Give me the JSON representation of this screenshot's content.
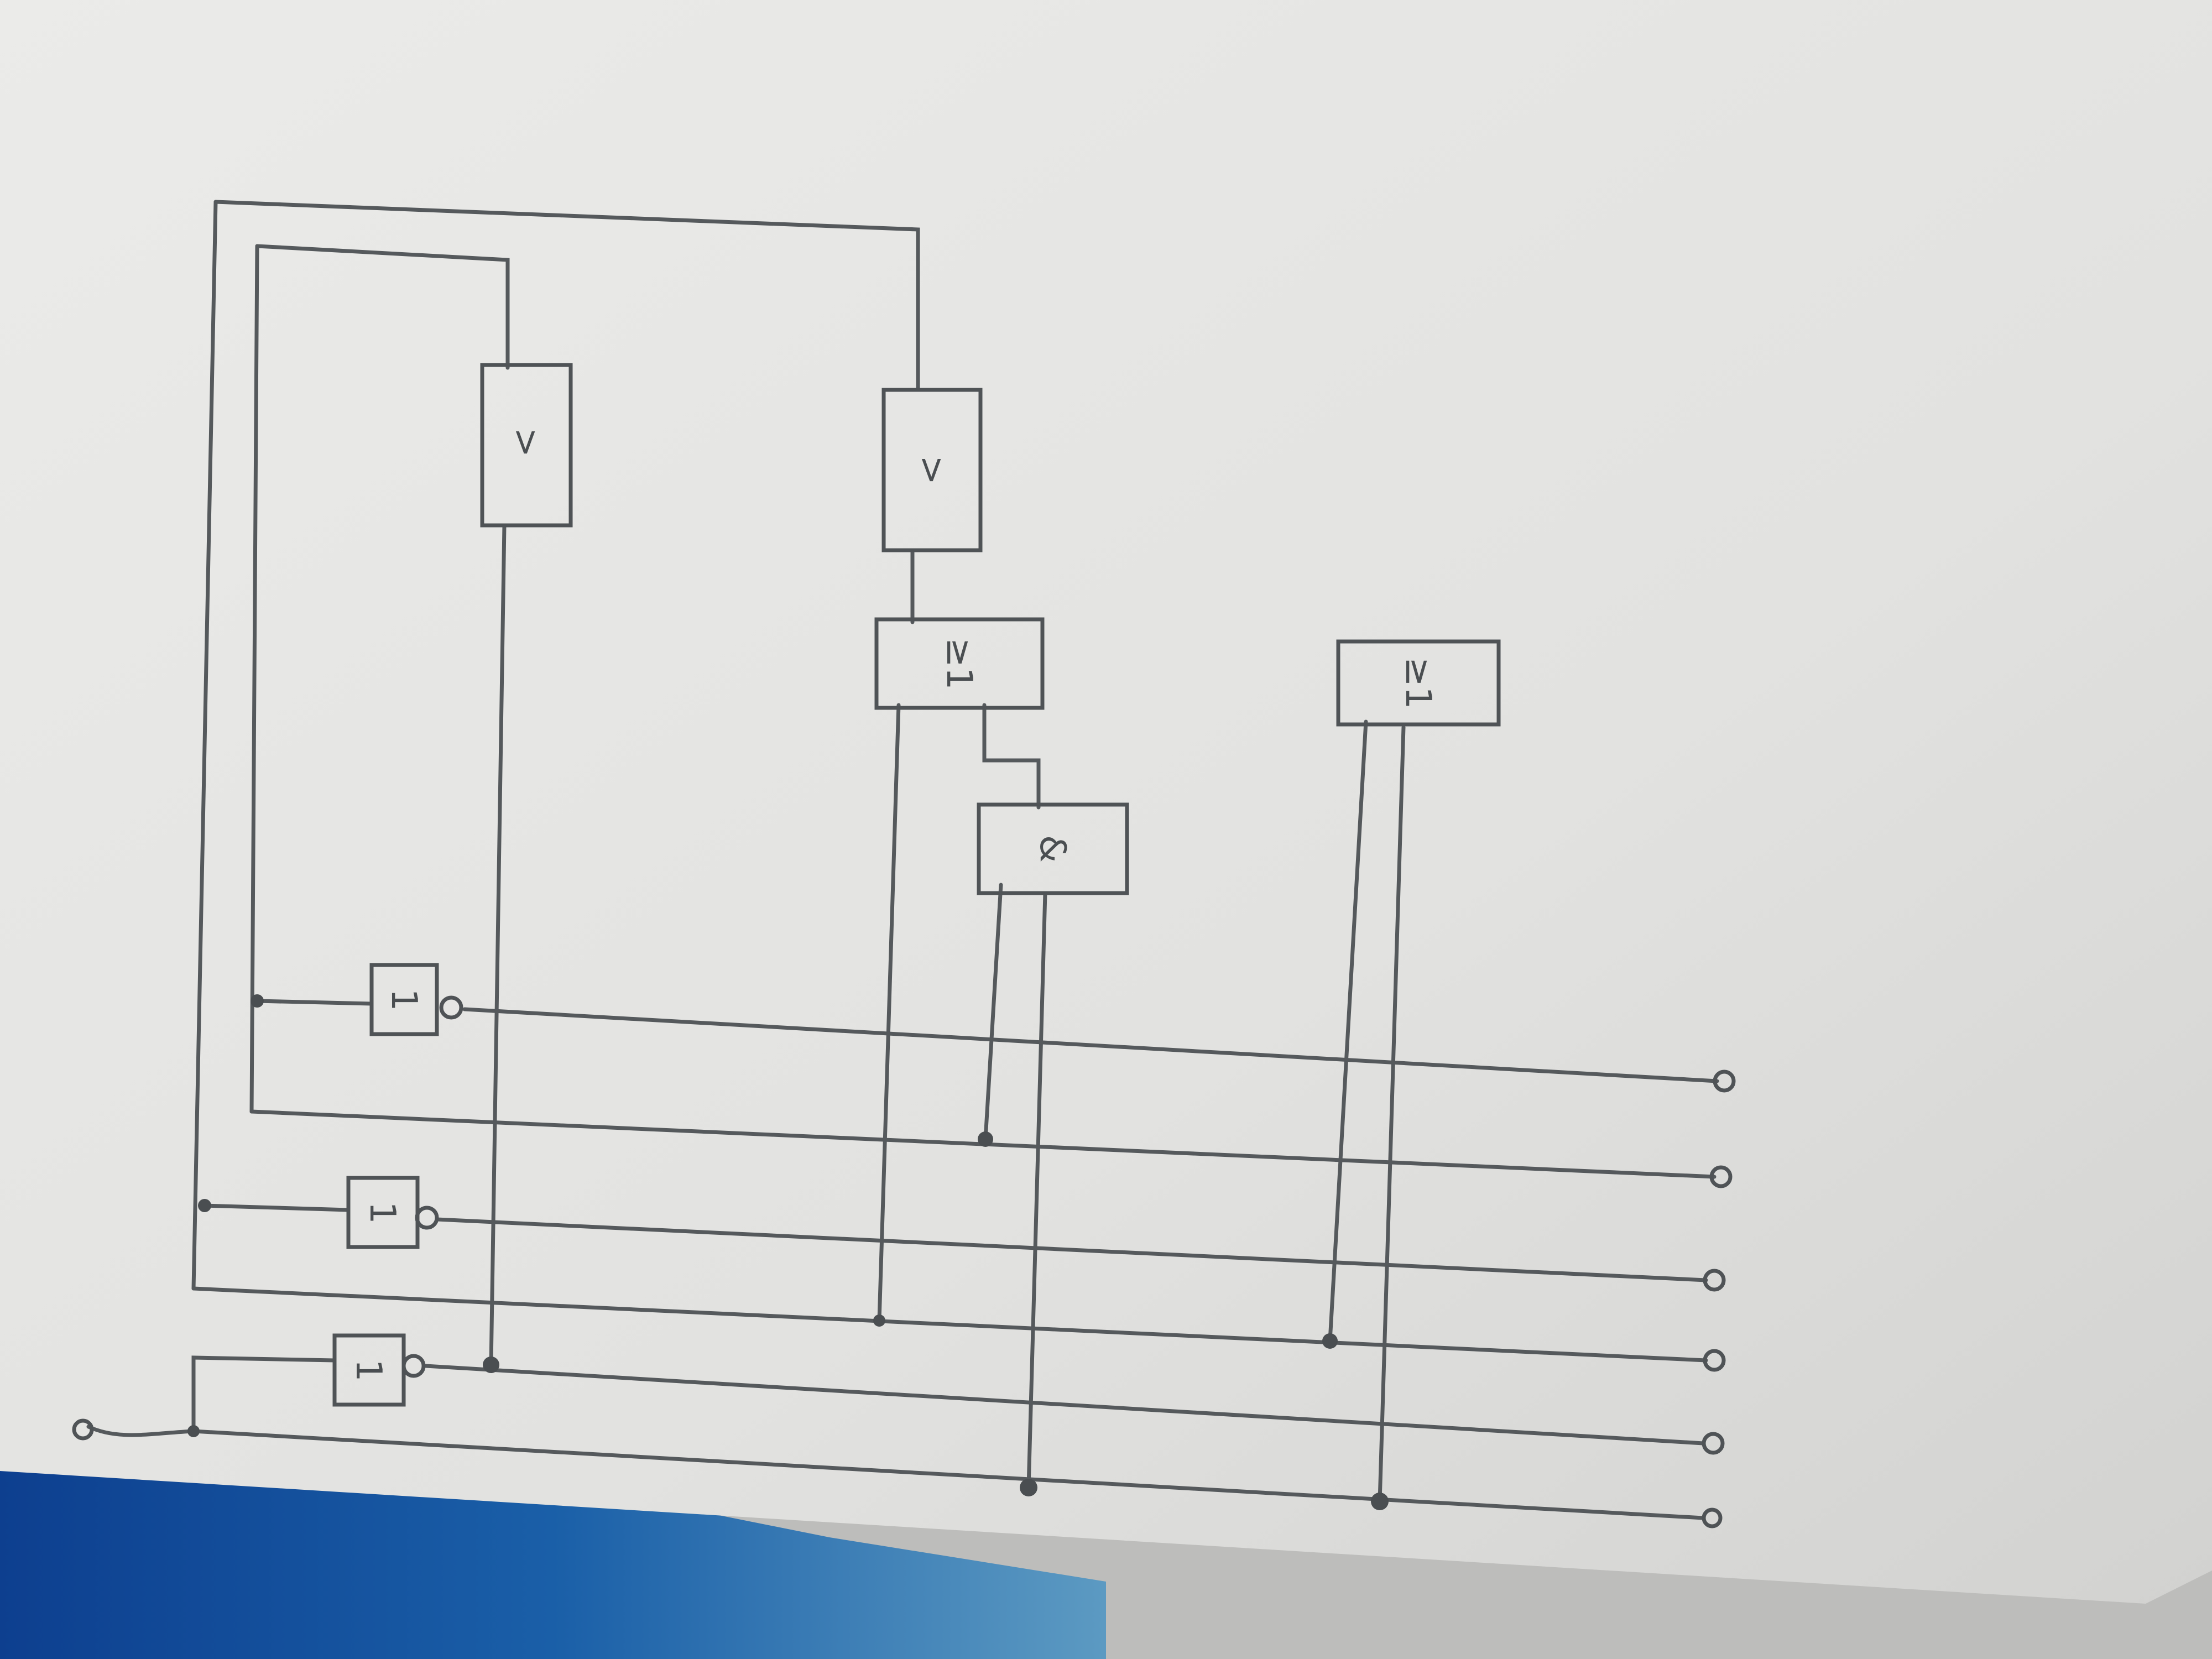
{
  "gates": {
    "not_1": "1",
    "not_2": "1",
    "not_3": "1",
    "rect_upper": ">",
    "rect_lower": ">",
    "or_1": "≥1",
    "or_2": "≥1",
    "and_gate": "&"
  },
  "colors": {
    "paper": "#e6e6e4",
    "pencil": "#55595c",
    "table_blue": "#1a4f9c"
  }
}
